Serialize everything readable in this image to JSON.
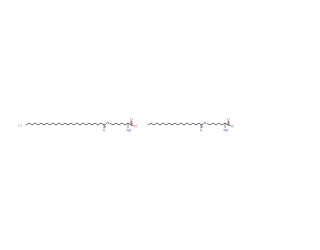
{
  "structure": {
    "counter_ion_label": "Ca",
    "colors": {
      "bond": "#3a3a3a",
      "oxygen": "#e3342f",
      "nitrogen": "#3b5bdb",
      "metal": "#9a9a9a"
    },
    "molecules": [
      {
        "tail_label": "",
        "amide_o_label": "O",
        "amide_n_label": "N",
        "alpha_n_label": "NH",
        "carboxyl_o_label": "O",
        "carboxyl_oh_label": "O"
      },
      {
        "tail_label": "",
        "amide_o_label": "O",
        "amide_n_label": "N",
        "alpha_n_label": "NH",
        "carboxyl_o_label": "O",
        "carboxyl_oh_label": "O"
      }
    ]
  }
}
